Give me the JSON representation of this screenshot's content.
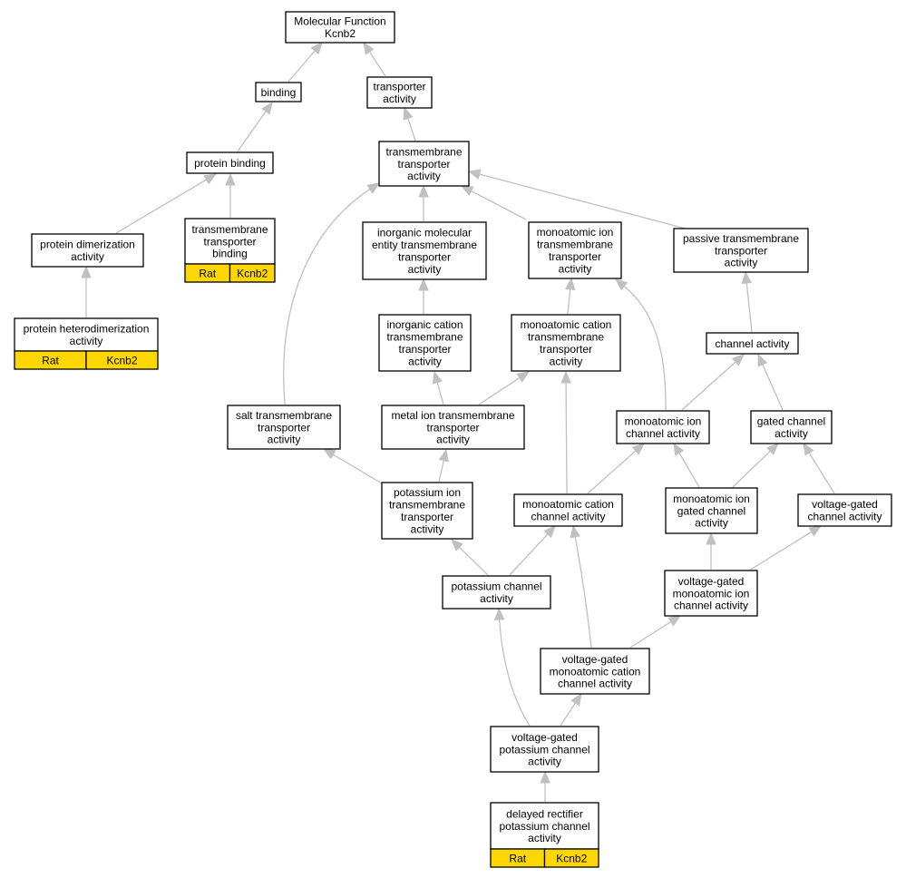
{
  "colors": {
    "edge": "#c0c0c0",
    "annotation_fill": "#ffd700",
    "node_border": "#000000"
  },
  "nodes": [
    {
      "id": "molecular_function",
      "lines": [
        "Molecular Function",
        "Kcnb2"
      ]
    },
    {
      "id": "binding",
      "lines": [
        "binding"
      ]
    },
    {
      "id": "transporter_activity",
      "lines": [
        "transporter",
        "activity"
      ]
    },
    {
      "id": "protein_binding",
      "lines": [
        "protein binding"
      ]
    },
    {
      "id": "transmembrane_transporter_activity",
      "lines": [
        "transmembrane",
        "transporter",
        "activity"
      ]
    },
    {
      "id": "protein_dimerization_activity",
      "lines": [
        "protein dimerization",
        "activity"
      ]
    },
    {
      "id": "transmembrane_transporter_binding",
      "lines": [
        "transmembrane",
        "transporter",
        "binding"
      ],
      "annotation": [
        "Rat",
        "Kcnb2"
      ]
    },
    {
      "id": "inorganic_molecular_entity_tt_activity",
      "lines": [
        "inorganic molecular",
        "entity transmembrane",
        "transporter",
        "activity"
      ]
    },
    {
      "id": "monoatomic_ion_tt_activity",
      "lines": [
        "monoatomic ion",
        "transmembrane",
        "transporter",
        "activity"
      ]
    },
    {
      "id": "passive_tt_activity",
      "lines": [
        "passive transmembrane",
        "transporter",
        "activity"
      ]
    },
    {
      "id": "protein_heterodimerization_activity",
      "lines": [
        "protein heterodimerization",
        "activity"
      ],
      "annotation": [
        "Rat",
        "Kcnb2"
      ]
    },
    {
      "id": "inorganic_cation_tt_activity",
      "lines": [
        "inorganic cation",
        "transmembrane",
        "transporter",
        "activity"
      ]
    },
    {
      "id": "monoatomic_cation_tt_activity",
      "lines": [
        "monoatomic cation",
        "transmembrane",
        "transporter",
        "activity"
      ]
    },
    {
      "id": "channel_activity",
      "lines": [
        "channel activity"
      ]
    },
    {
      "id": "salt_tt_activity",
      "lines": [
        "salt transmembrane",
        "transporter",
        "activity"
      ]
    },
    {
      "id": "metal_ion_tt_activity",
      "lines": [
        "metal ion transmembrane",
        "transporter",
        "activity"
      ]
    },
    {
      "id": "monoatomic_ion_channel_activity",
      "lines": [
        "monoatomic ion",
        "channel activity"
      ]
    },
    {
      "id": "gated_channel_activity",
      "lines": [
        "gated channel",
        "activity"
      ]
    },
    {
      "id": "potassium_ion_tt_activity",
      "lines": [
        "potassium ion",
        "transmembrane",
        "transporter",
        "activity"
      ]
    },
    {
      "id": "monoatomic_cation_channel_activity",
      "lines": [
        "monoatomic cation",
        "channel activity"
      ]
    },
    {
      "id": "monoatomic_ion_gated_channel_activity",
      "lines": [
        "monoatomic ion",
        "gated channel",
        "activity"
      ]
    },
    {
      "id": "voltage_gated_channel_activity",
      "lines": [
        "voltage-gated",
        "channel activity"
      ]
    },
    {
      "id": "potassium_channel_activity",
      "lines": [
        "potassium channel",
        "activity"
      ]
    },
    {
      "id": "voltage_gated_monoatomic_ion_channel_activity",
      "lines": [
        "voltage-gated",
        "monoatomic ion",
        "channel activity"
      ]
    },
    {
      "id": "voltage_gated_monoatomic_cation_channel_activity",
      "lines": [
        "voltage-gated",
        "monoatomic cation",
        "channel activity"
      ]
    },
    {
      "id": "voltage_gated_potassium_channel_activity",
      "lines": [
        "voltage-gated",
        "potassium channel",
        "activity"
      ]
    },
    {
      "id": "delayed_rectifier_potassium_channel_activity",
      "lines": [
        "delayed rectifier",
        "potassium channel",
        "activity"
      ],
      "annotation": [
        "Rat",
        "Kcnb2"
      ]
    }
  ],
  "edges": [
    {
      "from": "binding",
      "to": "molecular_function"
    },
    {
      "from": "transporter_activity",
      "to": "molecular_function"
    },
    {
      "from": "protein_binding",
      "to": "binding"
    },
    {
      "from": "transmembrane_transporter_activity",
      "to": "transporter_activity"
    },
    {
      "from": "protein_dimerization_activity",
      "to": "protein_binding"
    },
    {
      "from": "transmembrane_transporter_binding",
      "to": "protein_binding"
    },
    {
      "from": "protein_heterodimerization_activity",
      "to": "protein_dimerization_activity"
    },
    {
      "from": "salt_tt_activity",
      "to": "transmembrane_transporter_activity"
    },
    {
      "from": "inorganic_molecular_entity_tt_activity",
      "to": "transmembrane_transporter_activity"
    },
    {
      "from": "monoatomic_ion_tt_activity",
      "to": "transmembrane_transporter_activity"
    },
    {
      "from": "passive_tt_activity",
      "to": "transmembrane_transporter_activity"
    },
    {
      "from": "inorganic_cation_tt_activity",
      "to": "inorganic_molecular_entity_tt_activity"
    },
    {
      "from": "monoatomic_cation_tt_activity",
      "to": "monoatomic_ion_tt_activity"
    },
    {
      "from": "monoatomic_ion_channel_activity",
      "to": "monoatomic_ion_tt_activity"
    },
    {
      "from": "channel_activity",
      "to": "passive_tt_activity"
    },
    {
      "from": "metal_ion_tt_activity",
      "to": "inorganic_cation_tt_activity"
    },
    {
      "from": "metal_ion_tt_activity",
      "to": "monoatomic_cation_tt_activity"
    },
    {
      "from": "monoatomic_cation_channel_activity",
      "to": "monoatomic_cation_tt_activity"
    },
    {
      "from": "monoatomic_ion_channel_activity",
      "to": "channel_activity"
    },
    {
      "from": "gated_channel_activity",
      "to": "channel_activity"
    },
    {
      "from": "potassium_ion_tt_activity",
      "to": "salt_tt_activity"
    },
    {
      "from": "potassium_ion_tt_activity",
      "to": "metal_ion_tt_activity"
    },
    {
      "from": "monoatomic_cation_channel_activity",
      "to": "monoatomic_ion_channel_activity"
    },
    {
      "from": "monoatomic_ion_gated_channel_activity",
      "to": "monoatomic_ion_channel_activity"
    },
    {
      "from": "monoatomic_ion_gated_channel_activity",
      "to": "gated_channel_activity"
    },
    {
      "from": "voltage_gated_channel_activity",
      "to": "gated_channel_activity"
    },
    {
      "from": "potassium_channel_activity",
      "to": "potassium_ion_tt_activity"
    },
    {
      "from": "potassium_channel_activity",
      "to": "monoatomic_cation_channel_activity"
    },
    {
      "from": "voltage_gated_monoatomic_ion_channel_activity",
      "to": "monoatomic_ion_gated_channel_activity"
    },
    {
      "from": "voltage_gated_monoatomic_ion_channel_activity",
      "to": "voltage_gated_channel_activity"
    },
    {
      "from": "voltage_gated_monoatomic_cation_channel_activity",
      "to": "monoatomic_cation_channel_activity"
    },
    {
      "from": "voltage_gated_monoatomic_cation_channel_activity",
      "to": "voltage_gated_monoatomic_ion_channel_activity"
    },
    {
      "from": "voltage_gated_potassium_channel_activity",
      "to": "potassium_channel_activity"
    },
    {
      "from": "voltage_gated_potassium_channel_activity",
      "to": "voltage_gated_monoatomic_cation_channel_activity"
    },
    {
      "from": "delayed_rectifier_potassium_channel_activity",
      "to": "voltage_gated_potassium_channel_activity"
    }
  ]
}
